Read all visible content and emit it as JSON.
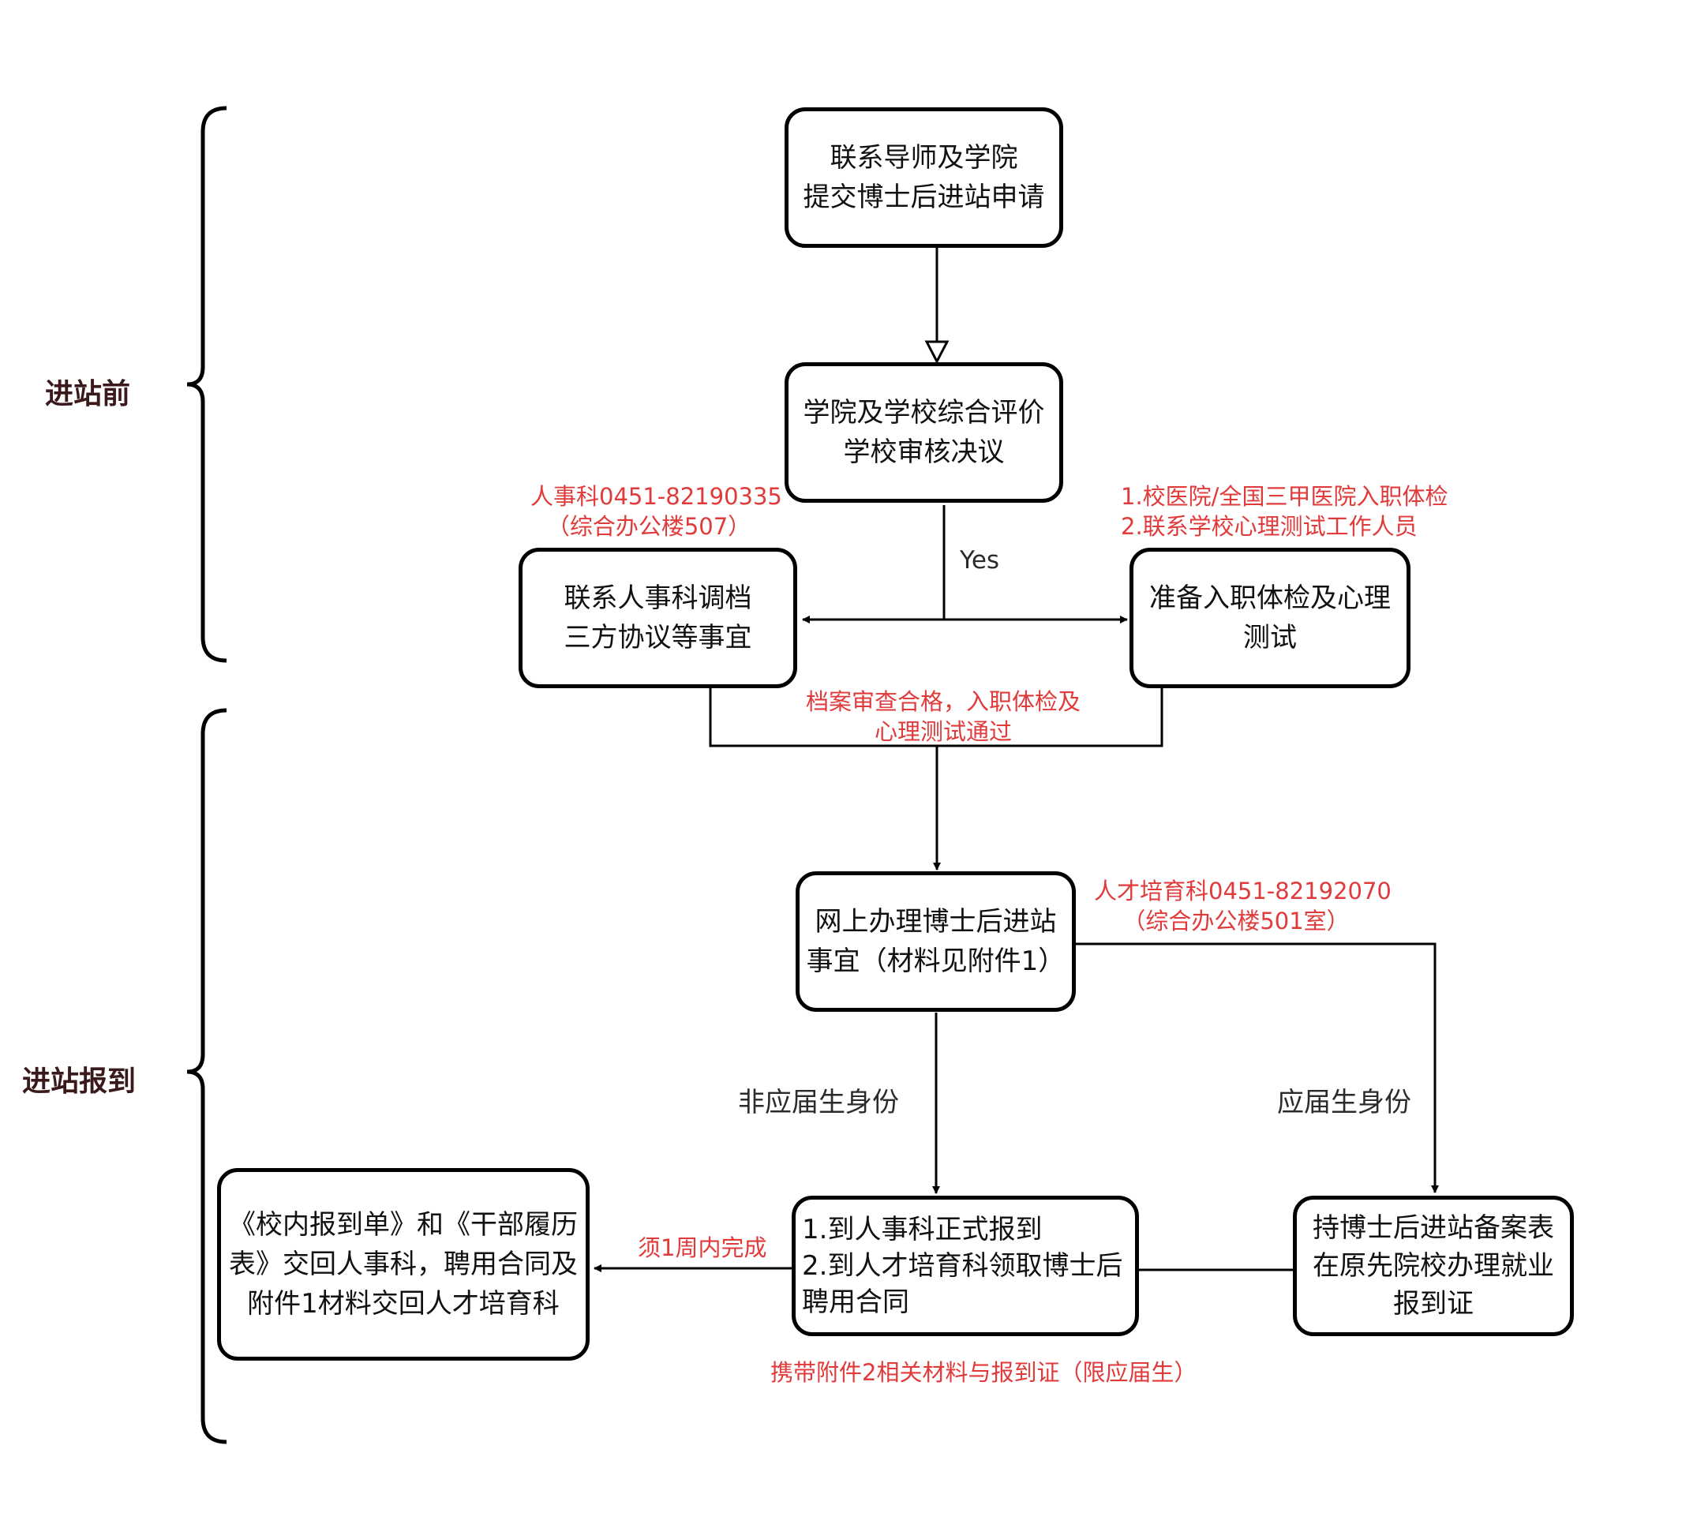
{
  "phases": {
    "before": "进站前",
    "report": "进站报到"
  },
  "boxes": {
    "apply": [
      "联系导师及学院",
      "提交博士后进站申请"
    ],
    "review": [
      "学院及学校综合评价",
      "学校审核决议"
    ],
    "hr_archive": [
      "联系人事科调档",
      "三方协议等事宜"
    ],
    "medical": [
      "准备入职体检及心理",
      "测试"
    ],
    "online": [
      "网上办理博士后进站",
      "事宜（材料见附件1）"
    ],
    "formal_report": [
      "1.到人事科正式报到",
      "2.到人才培育科领取博士后",
      "聘用合同"
    ],
    "return_forms": [
      "《校内报到单》和《干部履历",
      "表》交回人事科，聘用合同及",
      "附件1材料交回人才培育科"
    ],
    "fresh_grad": [
      "持博士后进站备案表",
      "在原先院校办理就业",
      "报到证"
    ]
  },
  "notes": {
    "hr_contact": [
      "人事科0451-82190335",
      "（综合办公楼507）"
    ],
    "medical_note": [
      "1.校医院/全国三甲医院入职体检",
      "2.联系学校心理测试工作人员"
    ],
    "pass_condition": [
      "档案审查合格，入职体检及",
      "心理测试通过"
    ],
    "talent_contact": [
      "人才培育科0451-82192070",
      "（综合办公楼501室）"
    ],
    "deadline": "须1周内完成",
    "bring": "携带附件2相关材料与报到证（限应届生）"
  },
  "labels": {
    "yes": "Yes",
    "non_fresh": "非应届生身份",
    "fresh": "应届生身份"
  },
  "colors": {
    "note_red": "#e03a3a",
    "phase_text": "#3a1a1a",
    "line": "#000000"
  }
}
